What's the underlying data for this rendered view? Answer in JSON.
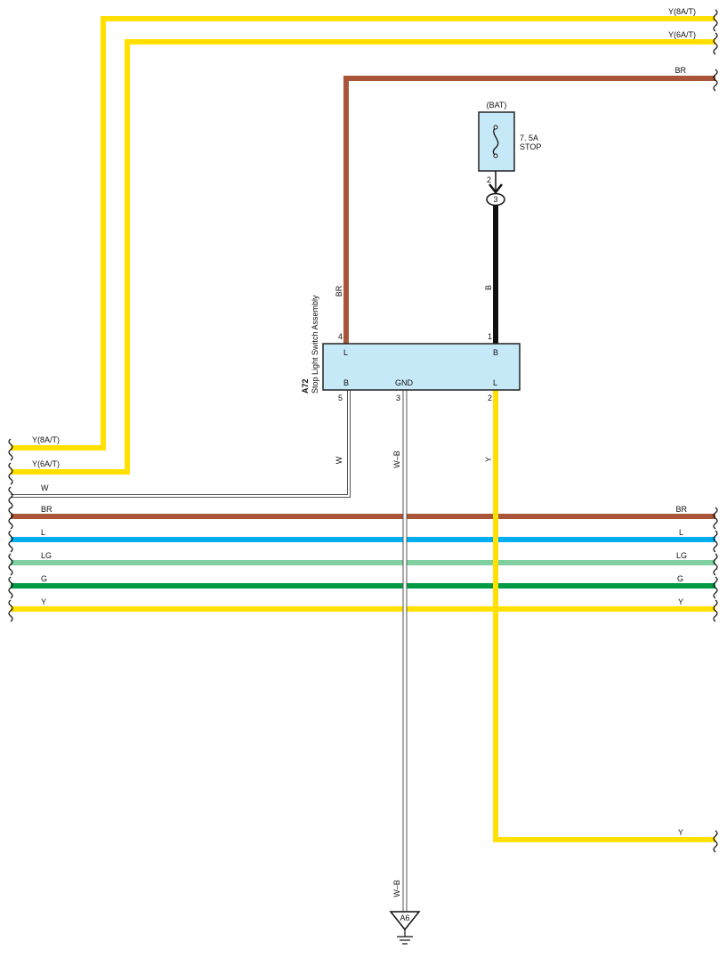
{
  "colors": {
    "Y": "#FFE000",
    "BR": "#A8553A",
    "B": "#111111",
    "W": "#ffffff",
    "WB": "#ffffff",
    "L": "#00AEEF",
    "LG": "#7FCFA0",
    "G": "#009A44",
    "component_fill": "#C6E9F8",
    "outline": "#222222"
  },
  "fuse": {
    "source": "(BAT)",
    "rating": "7. 5A",
    "name": "STOP",
    "terminal": "2",
    "junction": "3"
  },
  "component": {
    "id": "A72",
    "name": "Stop Light Switch Assembly",
    "pins": {
      "top_left": {
        "label": "L",
        "number": "4"
      },
      "top_right": {
        "label": "B",
        "number": "1"
      },
      "bottom_left": {
        "label": "B",
        "number": "5"
      },
      "bottom_mid": {
        "label": "GND",
        "number": "3"
      },
      "bottom_right": {
        "label": "L",
        "number": "2"
      }
    }
  },
  "wires": {
    "y8at_top": "Y(8A/T)",
    "y6at_top": "Y(6A/T)",
    "br_top": "BR",
    "br_vertical": "BR",
    "b_vertical": "B",
    "w_vertical": "W",
    "wb_vertical": "W–B",
    "wb_bottom": "W–B",
    "y_vertical": "Y",
    "y8at_left": "Y(8A/T)",
    "y6at_left": "Y(6A/T)",
    "w_left": "W",
    "bus": [
      "BR",
      "L",
      "LG",
      "G",
      "Y"
    ],
    "y_bottom": "Y"
  },
  "ground": {
    "label": "A6"
  }
}
